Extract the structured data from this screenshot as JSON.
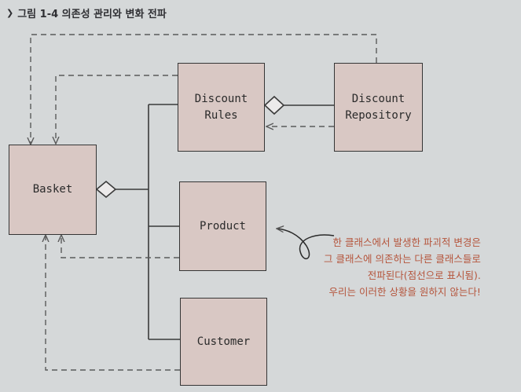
{
  "caption": {
    "icon": "chevron-down-icon",
    "text": "그림 1-4 의존성 관리와 변화 전파"
  },
  "classes": {
    "basket": "Basket",
    "discount_rules": "Discount\nRules",
    "discount_repository": "Discount\nRepository",
    "product": "Product",
    "customer": "Customer"
  },
  "note": {
    "lines": [
      "한 클래스에서 발생한 파괴적 변경은",
      "그 클래스에 의존하는 다른 클래스들로",
      "전파된다(점선으로 표시됨).",
      "우리는 이러한 상황을 원하지 않는다!"
    ]
  },
  "colors": {
    "box_fill": "#d9c8c4",
    "line": "#3a3a3a",
    "dashed": "#5a5a5a",
    "note_text": "#b5553c"
  }
}
